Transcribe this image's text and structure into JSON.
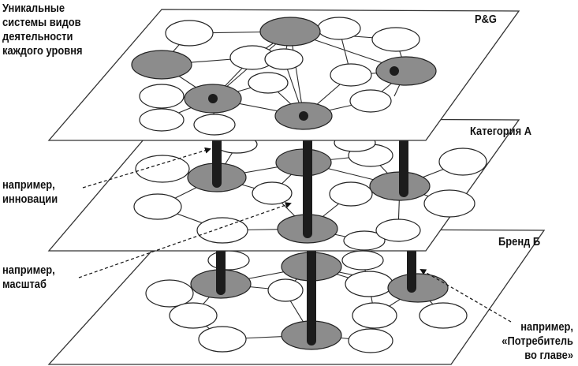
{
  "colors": {
    "plane_stroke": "#333333",
    "node_fill": "#ffffff",
    "node_stroke": "#222222",
    "highlight_fill": "#8c8c8c",
    "pillar": "#1c1c1c",
    "edge": "#2b2b2b"
  },
  "labels": {
    "top_left": "Уникальные\nсистемы видов\nдеятельности\nкаждого уровня",
    "plane_top": "P&G",
    "plane_mid": "Категория А",
    "plane_bot": "Бренд Б",
    "ann_innovation": "например,\nинновации",
    "ann_scale": "например,\nмасштаб",
    "ann_consumer": "например,\n«Потребитель\nво главе»"
  }
}
